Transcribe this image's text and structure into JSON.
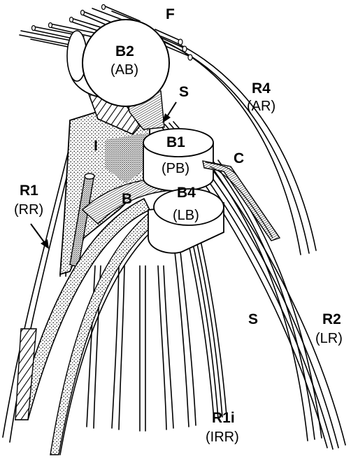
{
  "labels": {
    "f": "F",
    "b2": "B2",
    "b2_sub": "(AB)",
    "s_top": "S",
    "r4": "R4",
    "r4_sub": "(AR)",
    "i": "I",
    "b1": "B1",
    "b1_sub": "(PB)",
    "c": "C",
    "r1": "R1",
    "r1_sub": "(RR)",
    "b": "B",
    "b4": "B4",
    "b4_sub": "(LB)",
    "s_bottom": "S",
    "r2": "R2",
    "r2_sub": "(LR)",
    "r1i": "R1i",
    "r1i_sub": "(IRR)"
  }
}
